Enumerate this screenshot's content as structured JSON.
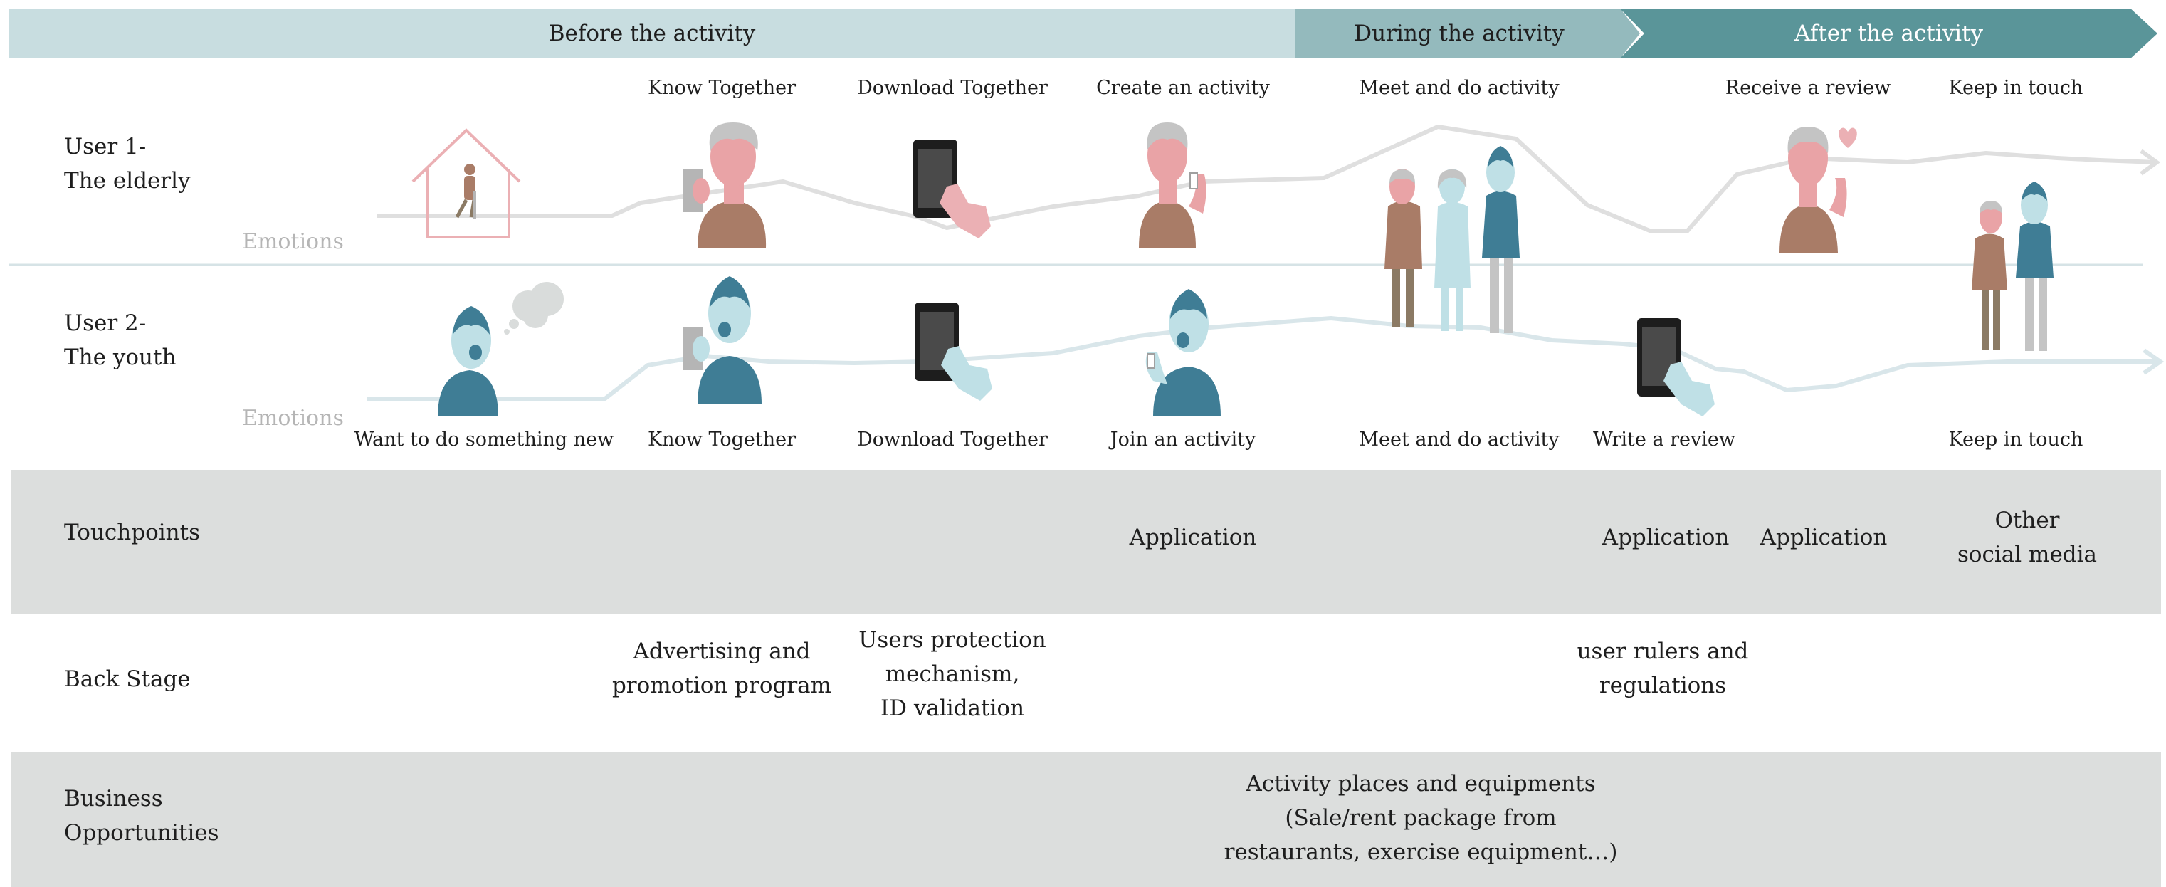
{
  "phases": {
    "before": "Before the activity",
    "during": "During the activity",
    "after": "After the activity"
  },
  "rows": {
    "user1": [
      "User 1-",
      "The elderly"
    ],
    "user2": [
      "User 2-",
      "The youth"
    ],
    "touchpoints": "Touchpoints",
    "backstage": "Back Stage",
    "business": [
      "Business",
      "Opportunities"
    ]
  },
  "emotions_label": "Emotions",
  "user1_steps": [
    "Know Together",
    "Download Together",
    "Create an activity",
    "Meet and do activity",
    "Receive a review",
    "Keep in touch"
  ],
  "user2_steps": [
    "Want to do something new",
    "Know Together",
    "Download Together",
    "Join an activity",
    "Meet and do activity",
    "Write a review",
    "Keep in touch"
  ],
  "touchpoints": {
    "create": "Application",
    "review": "Application",
    "receive": "Application",
    "keep": [
      "Other",
      "social media"
    ]
  },
  "backstage": {
    "know": [
      "Advertising and",
      "promotion program"
    ],
    "download": [
      "Users protection",
      "mechanism,",
      "ID validation"
    ],
    "review": [
      "user rulers and",
      "regulations"
    ]
  },
  "business": [
    "Activity places and equipments",
    "(Sale/rent package from",
    "restaurants, exercise equipment…)"
  ],
  "colors": {
    "phase_before": "#c8dde0",
    "phase_during": "#94babd",
    "phase_after": "#5a9599",
    "band_gray": "#dcdedd",
    "elderly_line": "#dfdfdf",
    "youth_line": "#d9e6ea",
    "elderly_skin": "#e9a3a6",
    "youth_skin": "#bfe0e6",
    "youth_body": "#3f7d95",
    "elderly_body": "#a97c67"
  }
}
